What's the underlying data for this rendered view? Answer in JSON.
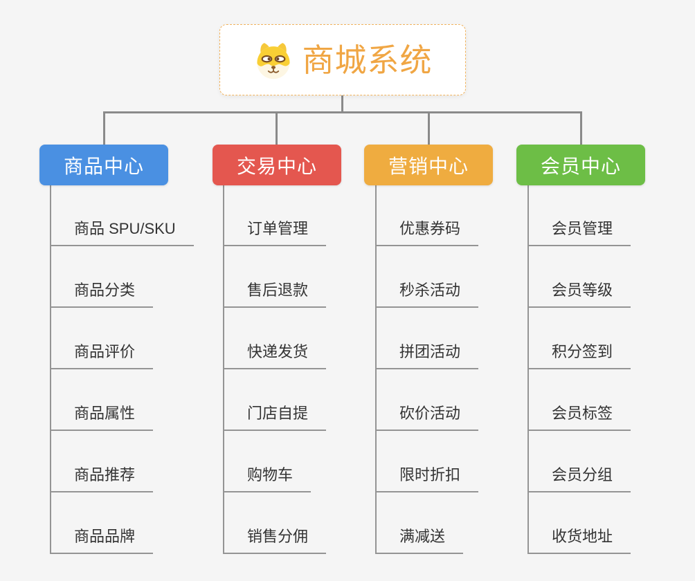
{
  "canvas": {
    "background_color": "#F5F5F5",
    "connector_color": "#8A8A8A",
    "branch_line_color": "#949494"
  },
  "root": {
    "label": "商城系统",
    "icon": "doge-icon",
    "text_color": "#F0A644",
    "border_color": "#F2B35C"
  },
  "branches": [
    {
      "label": "商品中心",
      "color": "#4A90E2",
      "items": [
        "商品 SPU/SKU",
        "商品分类",
        "商品评价",
        "商品属性",
        "商品推荐",
        "商品品牌"
      ]
    },
    {
      "label": "交易中心",
      "color": "#E4574F",
      "items": [
        "订单管理",
        "售后退款",
        "快递发货",
        "门店自提",
        "购物车",
        "销售分佣"
      ]
    },
    {
      "label": "营销中心",
      "color": "#EFAC40",
      "items": [
        "优惠券码",
        "秒杀活动",
        "拼团活动",
        "砍价活动",
        "限时折扣",
        "满减送"
      ]
    },
    {
      "label": "会员中心",
      "color": "#6DBE46",
      "items": [
        "会员管理",
        "会员等级",
        "积分签到",
        "会员标签",
        "会员分组",
        "收货地址"
      ]
    }
  ]
}
